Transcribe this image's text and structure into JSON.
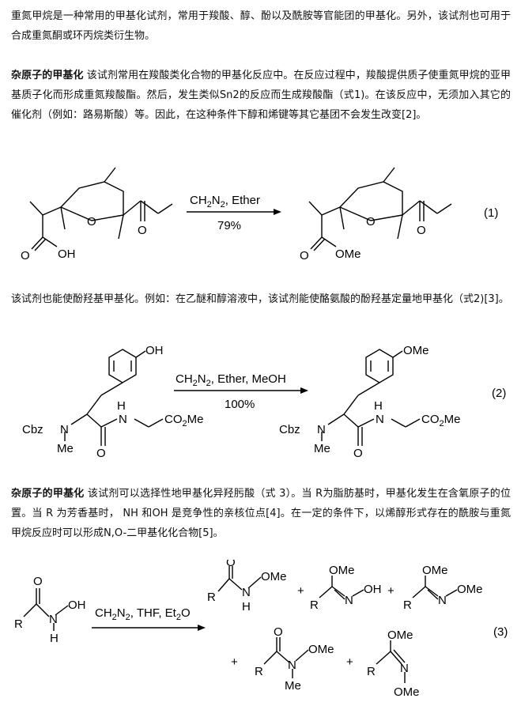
{
  "paragraphs": {
    "intro": "重氮甲烷是一种常用的甲基化试剂，常用于羧酸、醇、酚以及酰胺等官能团的甲基化。另外，该试剂也可用于合成重氮酮或环丙烷类衍生物。",
    "p2_head": "杂原子的甲基化",
    "p2_body": " 该试剂常用在羧酸类化合物的甲基化反应中。在反应过程中，羧酸提供质子使重氮甲烷的亚甲基质子化而形成重氮羧酸酯。然后，发生类似Sn2的反应而生成羧酸酯（式1)。在该反应中，无须加入其它的催化剂（例如：路易斯酸）等。因此，在这种条件下醇和烯键等其它基团不会发生改变[2]。",
    "p3": "该试剂也能使酚羟基甲基化。例如：在乙醚和醇溶液中，该试剂能使酪氨酸的酚羟基定量地甲基化（式2)[3]。",
    "p4_head": "杂原子的甲基化",
    "p4_body": " 该试剂可以选择性地甲基化异羟肟酸（式 3）。当 R为脂肪基时，甲基化发生在含氧原子的位置。当 R 为芳香基时， NH 和OH 是竞争性的亲核位点[4]。在一定的条件下，以烯醇形式存在的酰胺与重氮甲烷反应时可以形成N,O-二甲基化化合物[5]。"
  },
  "scheme1": {
    "reagent_main": "CH",
    "reagent_sub": "2",
    "reagent_mid": "N",
    "reagent_sub2": "2",
    "reagent_rest": ", Ether",
    "yield": "79%",
    "number": "(1)",
    "atom_o": "O",
    "atom_oh": "OH",
    "atom_ome": "OMe"
  },
  "scheme2": {
    "reagent_main": "CH",
    "reagent_sub": "2",
    "reagent_mid": "N",
    "reagent_sub2": "2",
    "reagent_rest": ", Ether, MeOH",
    "yield": "100%",
    "number": "(2)",
    "atom_oh": "OH",
    "atom_ome": "OMe",
    "atom_cbz": "Cbz",
    "atom_n": "N",
    "atom_me": "Me",
    "atom_h": "H",
    "atom_o": "O",
    "atom_co2me_main": "CO",
    "atom_co2me_sub": "2",
    "atom_co2me_rest": "Me"
  },
  "scheme3": {
    "reagent_main": "CH",
    "reagent_sub": "2",
    "reagent_mid": "N",
    "reagent_sub2": "2",
    "reagent_rest": ", THF, Et",
    "reagent_sub3": "2",
    "reagent_end": "O",
    "number": "(3)",
    "plus": "+",
    "atom_r": "R",
    "atom_o": "O",
    "atom_n": "N",
    "atom_h": "H",
    "atom_oh": "OH",
    "atom_ome": "OMe",
    "atom_me": "Me"
  }
}
